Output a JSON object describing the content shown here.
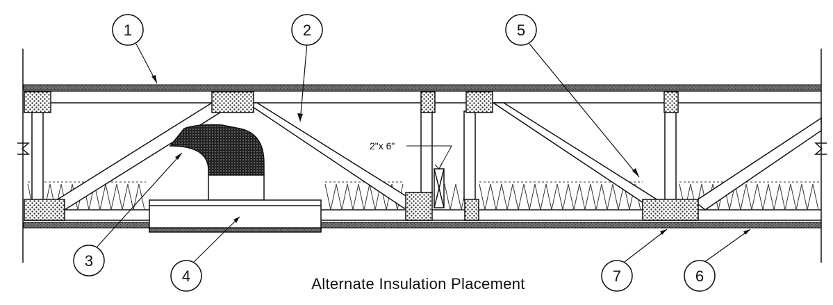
{
  "callouts": [
    {
      "id": "1",
      "label": "1"
    },
    {
      "id": "2",
      "label": "2"
    },
    {
      "id": "3",
      "label": "3"
    },
    {
      "id": "4",
      "label": "4"
    },
    {
      "id": "5",
      "label": "5"
    },
    {
      "id": "6",
      "label": "6"
    },
    {
      "id": "7",
      "label": "7"
    }
  ],
  "dimension_label": "2\"x 6\"",
  "caption": "Alternate Insulation Placement",
  "colors": {
    "line": "#111111",
    "hatch": "#444444",
    "background": "#ffffff"
  }
}
